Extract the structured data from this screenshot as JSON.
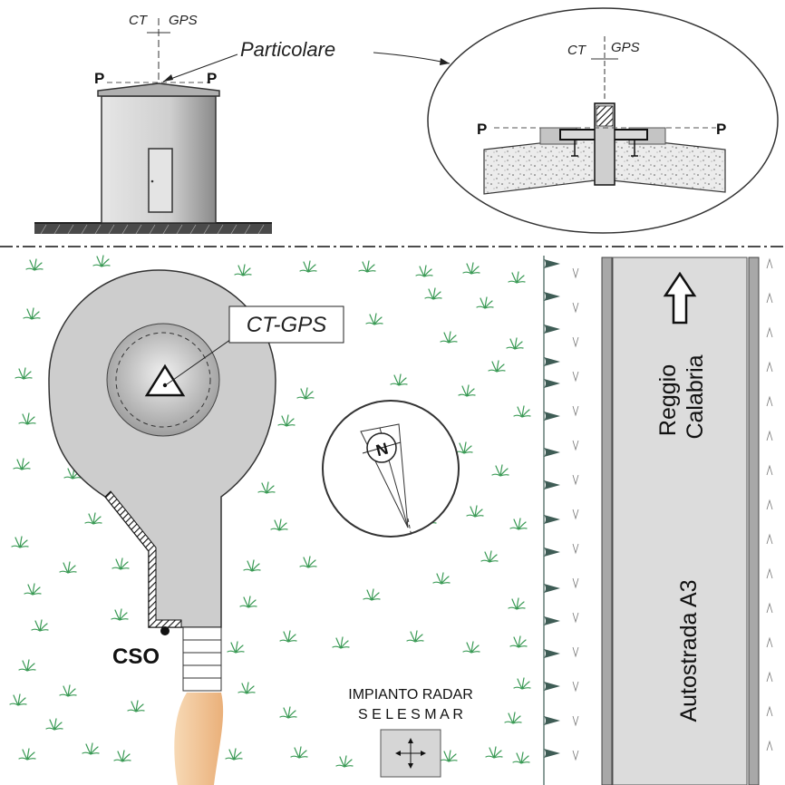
{
  "labels": {
    "ct": "CT",
    "gps": "GPS",
    "particolare": "Particolare",
    "p_marker": "P",
    "ct_gps": "CT-GPS",
    "north": "N",
    "cso": "CSO",
    "radar_line1": "IMPIANTO RADAR",
    "radar_line2": "S E L E S M A R",
    "road_direction": "Reggio\nCalabria",
    "road_name": "Autostrada A3"
  },
  "colors": {
    "building_fill": "#d4d4d4",
    "detail_fill": "#c8c8c8",
    "hut_fill": "#cfcfcf",
    "grass": "#3a9a55",
    "hedge": "#3e5c55",
    "road": "#dcdcdc",
    "road_edge": "#8a8a8a",
    "path": "#f0c89a",
    "ground": "#3a3a3a"
  },
  "icons": [
    "survey-triangle-icon",
    "north-arrow-icon",
    "radar-arrows-icon",
    "road-direction-arrow-icon"
  ]
}
